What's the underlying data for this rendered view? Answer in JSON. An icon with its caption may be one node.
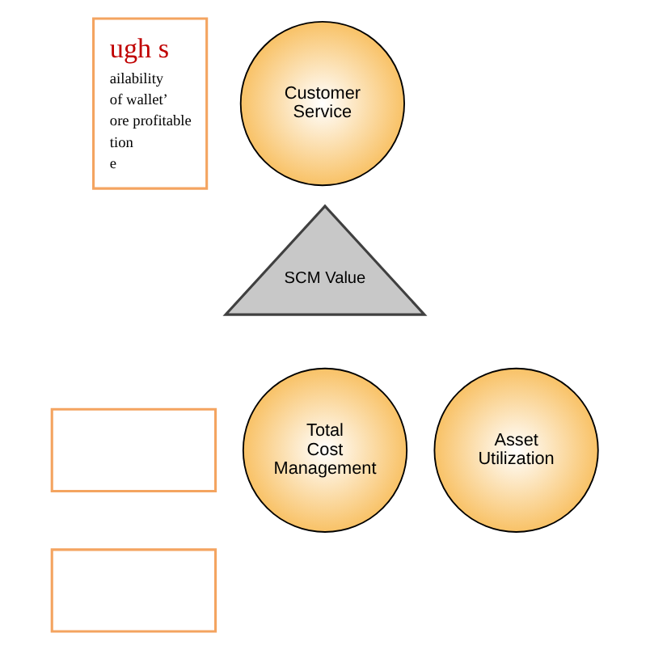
{
  "diagram": {
    "nodes": [
      {
        "text": [
          "ugh s",
          "ailability",
          "of wallet’",
          "ore profitable",
          "tion",
          "e"
        ]
      },
      {
        "text": [
          "Customer Service"
        ]
      },
      {
        "text": [
          "SCM Value"
        ]
      },
      {
        "text": [
          "Total Cost Management"
        ]
      },
      {
        "text": [
          "Asset Utilization"
        ]
      },
      {
        "text": [],
        "shape": "box"
      },
      {
        "text": [],
        "shape": "box"
      }
    ],
    "edges": []
  }
}
